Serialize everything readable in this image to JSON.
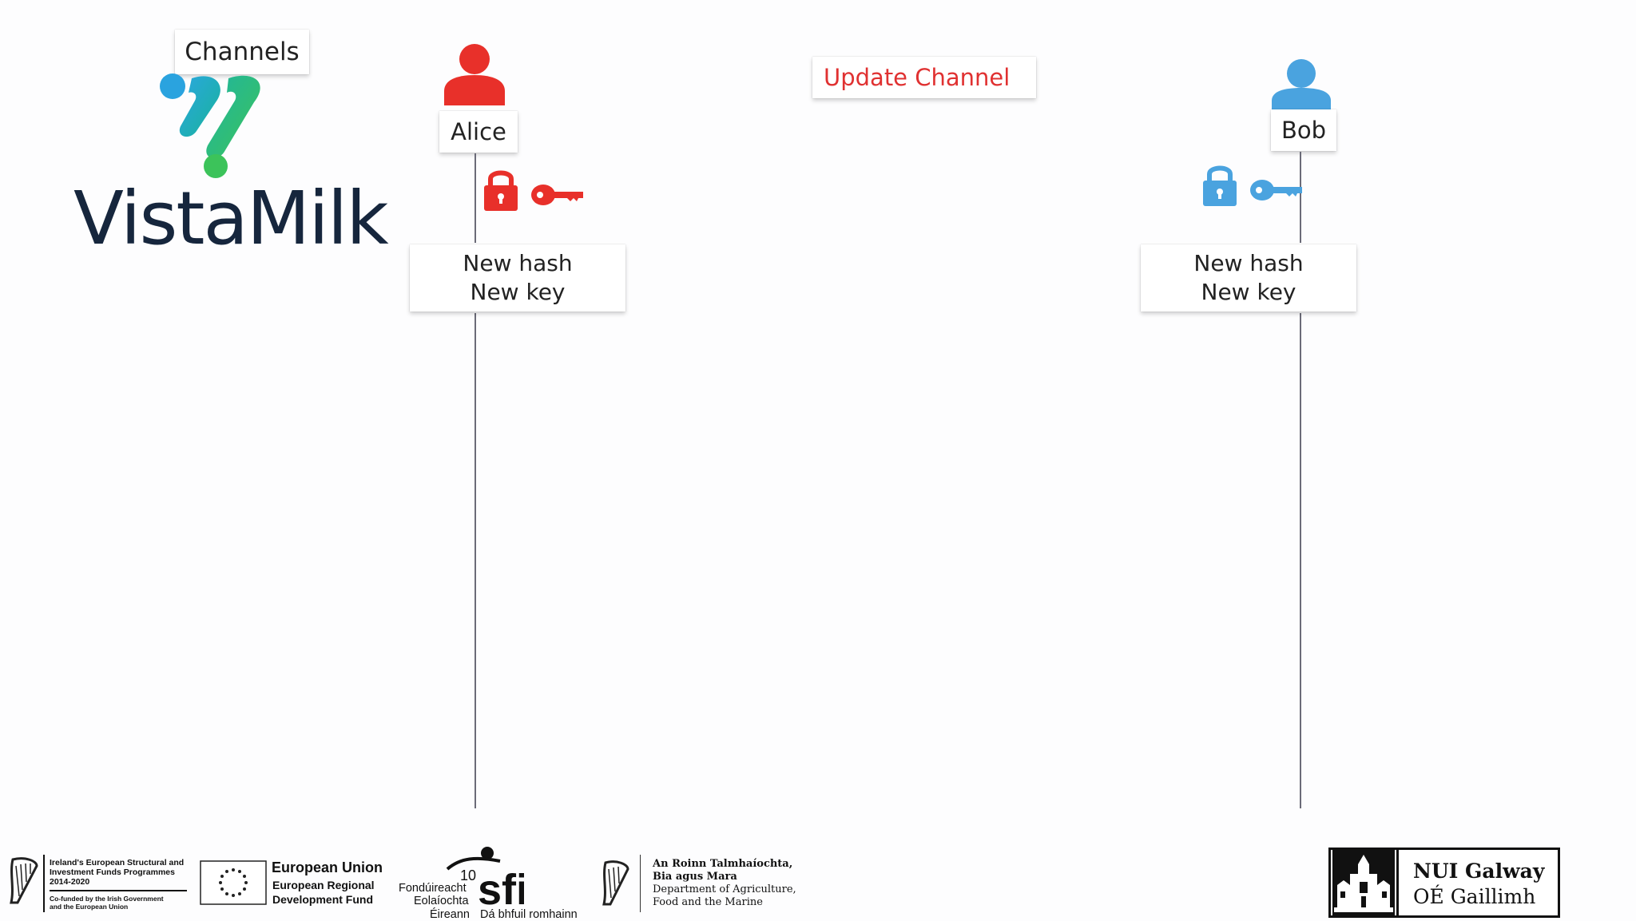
{
  "header": {
    "section_label": "Channels",
    "logo": {
      "wordmark": "VistaMilk",
      "icon": "vistamilk-ribbon-logo"
    }
  },
  "diagram": {
    "action_label": "Update Channel",
    "action_color": "#e03131",
    "participants": [
      {
        "name": "Alice",
        "color": "#e8302a",
        "icon": "user-icon",
        "note_lines": [
          "New hash",
          "New key"
        ]
      },
      {
        "name": "Bob",
        "color": "#4aa3df",
        "icon": "user-icon",
        "note_lines": [
          "New hash",
          "New key"
        ]
      }
    ]
  },
  "footer": {
    "esif": {
      "text": [
        "Ireland's European Structural and",
        "Investment Funds Programmes",
        "2014-2020"
      ],
      "cofunded": [
        "Co-funded by the Irish Government",
        "and the European Union"
      ]
    },
    "eu": {
      "title": "European Union",
      "sub": [
        "European Regional",
        "Development Fund"
      ]
    },
    "sfi": {
      "lines": [
        "Fondúireacht",
        "Eolaíochta",
        "Éireann"
      ],
      "tagline": "Dá bhfuil romhainn",
      "mark": "sfi",
      "anniversary": "10"
    },
    "dafm": {
      "lines": [
        "An Roinn Talmhaíochta,",
        "Bia agus Mara",
        "Department of Agriculture,",
        "Food and the Marine"
      ]
    },
    "nui": {
      "line1": "NUI Galway",
      "line2": "OÉ Gaillimh"
    }
  }
}
